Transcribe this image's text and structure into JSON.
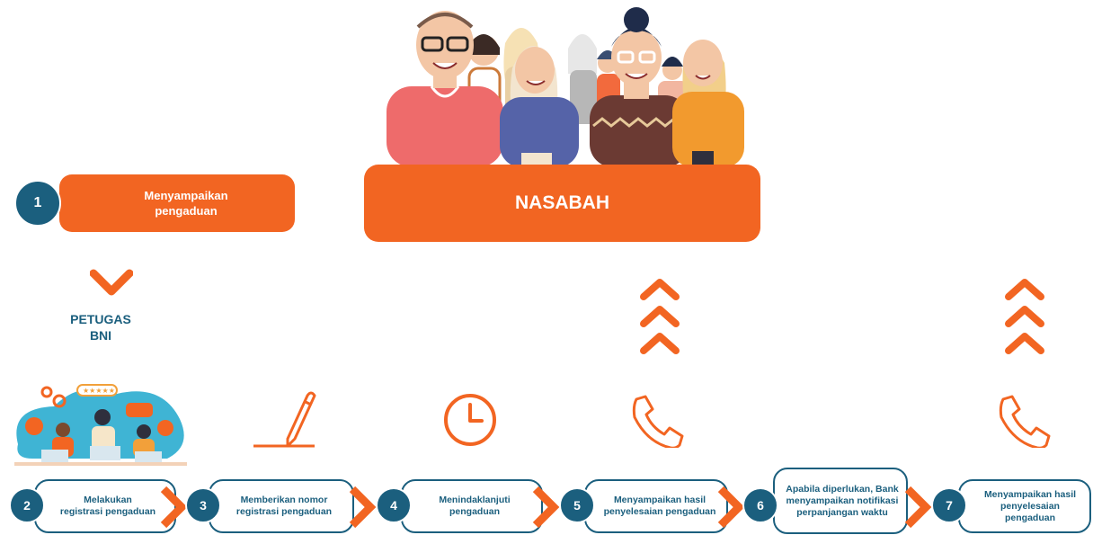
{
  "top": {
    "step_number": "1",
    "step_label": "Menyampaikan\npengaduan",
    "nasabah_label": "NASABAH"
  },
  "petugas_label": "PETUGAS\nBNI",
  "steps": [
    {
      "number": "2",
      "label": "Melakukan\nregistrasi pengaduan",
      "icon": "customer-service-team-illustration"
    },
    {
      "number": "3",
      "label": "Memberikan nomor\nregistrasi pengaduan",
      "icon": "pen-icon"
    },
    {
      "number": "4",
      "label": "Menindaklanjuti\npengaduan",
      "icon": "clock-icon"
    },
    {
      "number": "5",
      "label": "Menyampaikan hasil\npenyelesaian pengaduan",
      "icon": "phone-icon"
    },
    {
      "number": "6",
      "label": "Apabila diperlukan, Bank\nmenyampaikan  notifikasi\nperpanjangan waktu",
      "icon": ""
    },
    {
      "number": "7",
      "label": "Menyampaikan hasil\npenyelesaian pengaduan",
      "icon": "phone-icon"
    }
  ],
  "colors": {
    "orange": "#f26522",
    "teal": "#1b5f7e"
  }
}
